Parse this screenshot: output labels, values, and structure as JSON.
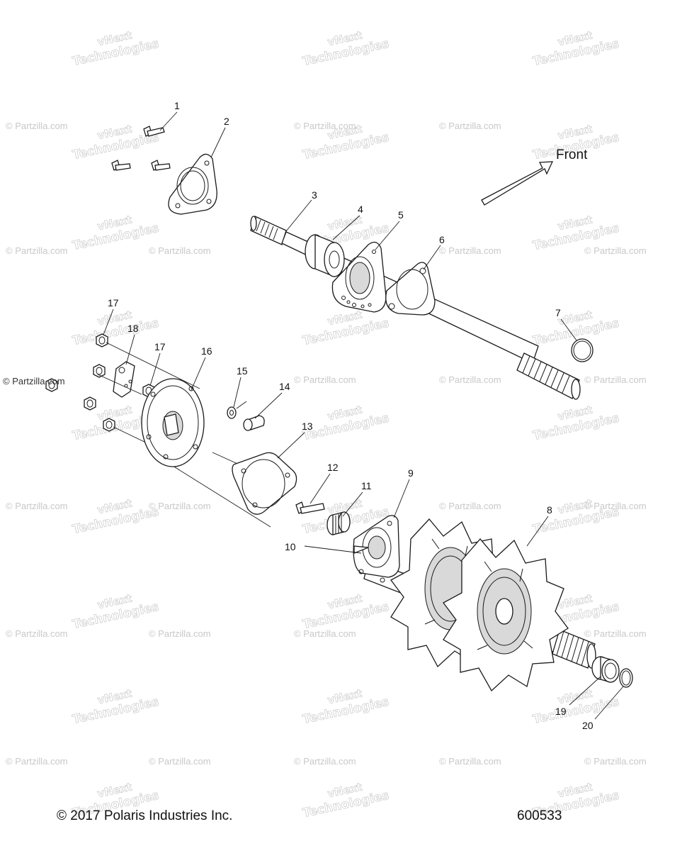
{
  "watermarks": {
    "partzilla": "© Partzilla.com",
    "vnext_line1": "vNext",
    "vnext_line2": "Technologies"
  },
  "direction_label": "Front",
  "copyright": "© 2017 Polaris Industries Inc.",
  "diagram_number": "600533",
  "callouts": {
    "c1": "1",
    "c2": "2",
    "c3": "3",
    "c4": "4",
    "c5": "5",
    "c6": "6",
    "c7": "7",
    "c8": "8",
    "c9": "9",
    "c10": "10",
    "c11": "11",
    "c12": "12",
    "c13": "13",
    "c14": "14",
    "c15": "15",
    "c16": "16",
    "c17a": "17",
    "c17b": "17",
    "c18": "18",
    "c19": "19",
    "c20": "20"
  }
}
